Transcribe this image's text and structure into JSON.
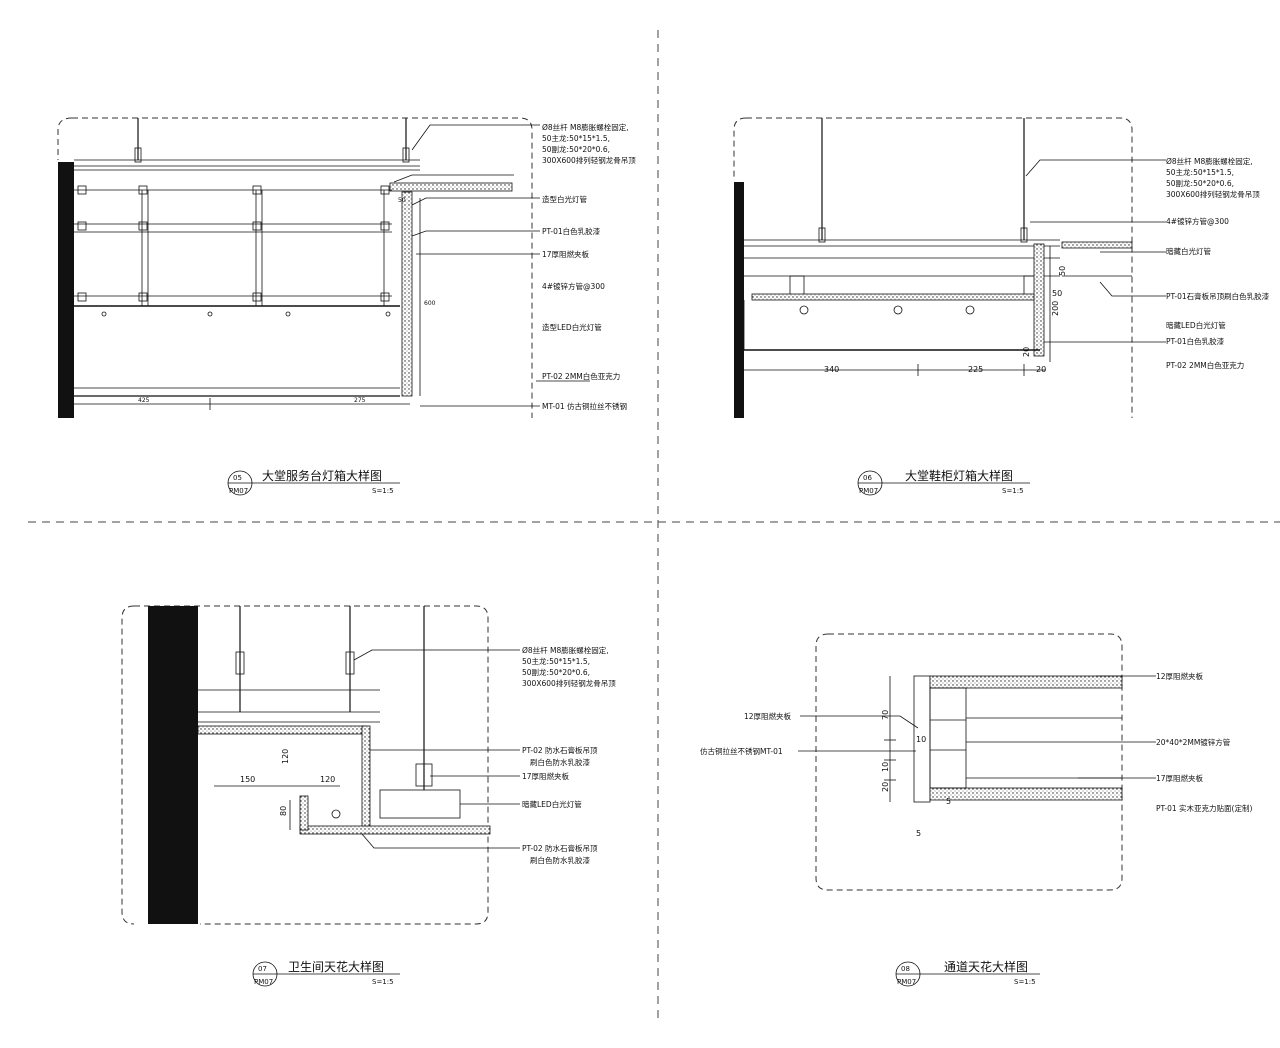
{
  "panels": {
    "p05": {
      "number": "05",
      "sheet": "PM07",
      "title": "大堂服务台灯箱大样图",
      "scale": "S=1:5",
      "notes": [
        "Ø8丝杆 M8膨胀螺栓固定,",
        "50主龙:50*15*1.5,",
        "50副龙:50*20*0.6,",
        "300X600排列轻钢龙骨吊顶",
        "造型白光灯管",
        "PT-01白色乳胶漆",
        "17厚阻燃夹板",
        "4#镀锌方管@300",
        "造型LED白光灯管",
        "PT-02 2MM白色亚克力",
        "MT-01 仿古铜拉丝不锈钢"
      ],
      "dims": [
        "50",
        "600",
        "425",
        "275"
      ]
    },
    "p06": {
      "number": "06",
      "sheet": "PM07",
      "title": "大堂鞋柜灯箱大样图",
      "scale": "S=1:5",
      "notes": [
        "Ø8丝杆 M8膨胀螺栓固定,",
        "50主龙:50*15*1.5,",
        "50副龙:50*20*0.6,",
        "300X600排列轻钢龙骨吊顶",
        "4#镀锌方管@300",
        "暗藏白光灯管",
        "PT-01石膏板吊顶刷白色乳胶漆",
        "暗藏LED白光灯管",
        "PT-01白色乳胶漆",
        "PT-02 2MM白色亚克力"
      ],
      "dims": [
        "50",
        "50",
        "200",
        "20",
        "340",
        "225",
        "20"
      ]
    },
    "p07": {
      "number": "07",
      "sheet": "PM07",
      "title": "卫生间天花大样图",
      "scale": "S=1:5",
      "notes": [
        "Ø8丝杆 M8膨胀螺栓固定,",
        "50主龙:50*15*1.5,",
        "50副龙:50*20*0.6,",
        "300X600排列轻钢龙骨吊顶",
        "PT-02 防水石膏板吊顶",
        "刷白色防水乳胶漆",
        "17厚阻燃夹板",
        "暗藏LED白光灯管",
        "PT-02 防水石膏板吊顶",
        "刷白色防水乳胶漆"
      ],
      "dims": [
        "150",
        "120",
        "120",
        "80"
      ]
    },
    "p08": {
      "number": "08",
      "sheet": "PM07",
      "title": "通道天花大样图",
      "scale": "S=1:5",
      "notes": [
        "12厚阻燃夹板",
        "12厚阻燃夹板",
        "仿古铜拉丝不锈钢MT-01",
        "20*40*2MM镀锌方管",
        "17厚阻燃夹板",
        "PT-01 实木亚克力贴面(定制)"
      ],
      "dims": [
        "70",
        "10",
        "10",
        "20",
        "5",
        "5"
      ]
    }
  }
}
